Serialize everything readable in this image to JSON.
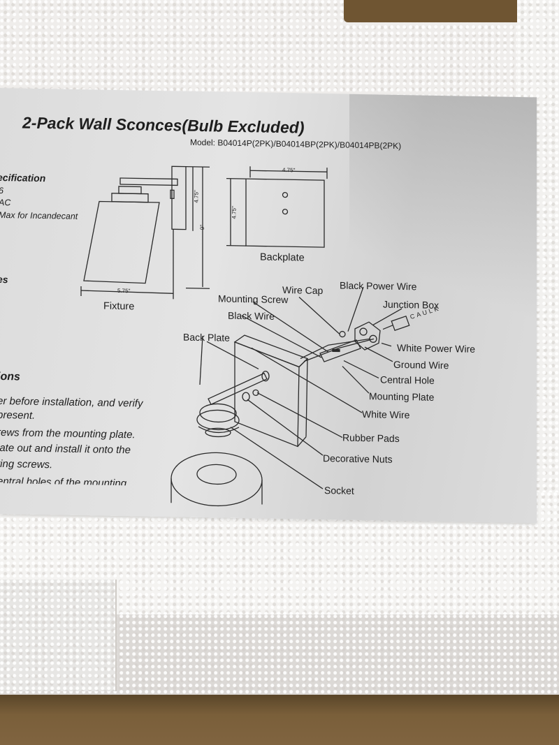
{
  "scene": {
    "description": "Photo of a printed instruction sheet lying in a styrofoam packaging tray inside a cardboard box",
    "colors": {
      "foam": "#efedeb",
      "paper": "#dcdcdc",
      "cardboard": "#6f5532",
      "ink": "#1e1e1e"
    }
  },
  "sheet": {
    "title": "2-Pack Wall Sconces(Bulb Excluded)",
    "model": "Model: B04014P(2PK)/B04014BP(2PK)/B04014PB(2PK)",
    "specification": {
      "heading": "ecification",
      "lines": [
        "6",
        "AC",
        "Max for Incandecant"
      ]
    },
    "features_heading": "es",
    "fixture_drawing": {
      "caption": "Fixture",
      "dim_width": "5.75\"",
      "dim_backplate_height": "4.75\"",
      "dim_total_height": "9\""
    },
    "backplate_drawing": {
      "caption": "Backplate",
      "dim_width": "4.75\"",
      "dim_height": "4.75\""
    },
    "installation": {
      "heading": "ions",
      "lines": [
        "er before installation, and verify",
        "present.",
        "rews from the mounting plate.",
        "late out and install it onto the",
        "ting screws.",
        "entral holes of the mounting"
      ]
    },
    "exploded_labels": {
      "wire_cap": "Wire Cap",
      "black_power_wire": "Black Power Wire",
      "mounting_screw": "Mounting Screw",
      "junction_box": "Junction Box",
      "black_wire": "Black Wire",
      "caulk": "CAULK",
      "back_plate": "Back Plate",
      "white_power_wire": "White Power Wire",
      "ground_wire": "Ground Wire",
      "central_hole": "Central Hole",
      "mounting_plate": "Mounting Plate",
      "white_wire": "White Wire",
      "rubber_pads": "Rubber Pads",
      "decorative_nuts": "Decorative Nuts",
      "socket": "Socket"
    }
  }
}
